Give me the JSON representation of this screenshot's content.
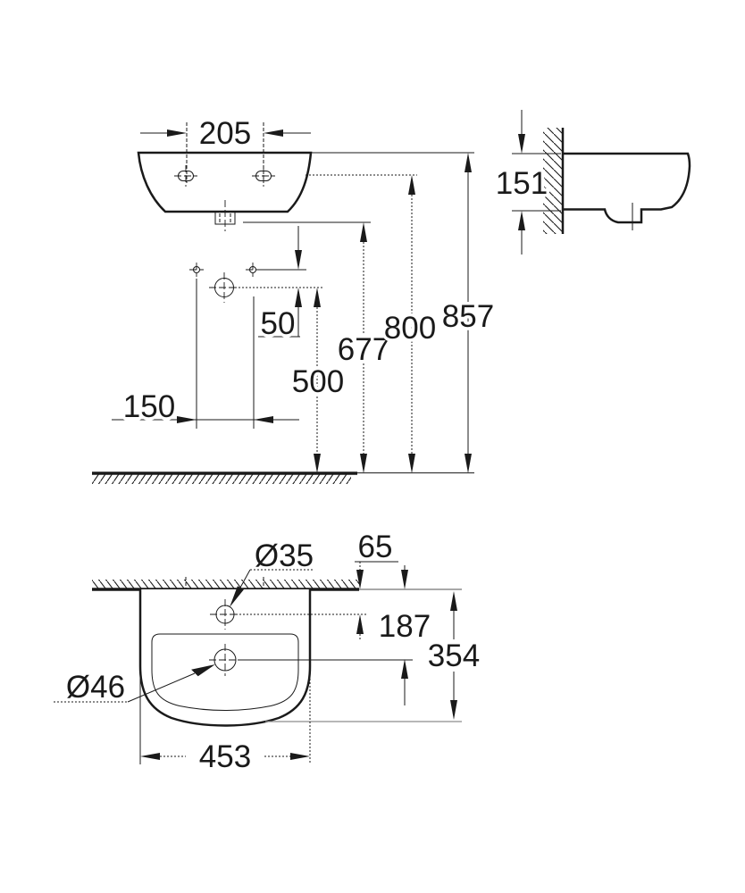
{
  "dimensions": {
    "front_view": {
      "tap_hole_spacing": "205",
      "basin_side_height": "151",
      "hole_to_outlet_offset": "50",
      "waste_line_height": "677",
      "fixing_holes_height": "800",
      "rim_height": "857",
      "outlet_height": "500",
      "fixing_spacing": "150"
    },
    "top_view": {
      "tap_hole_diameter": "Ø35",
      "tap_hole_wall_offset": "65",
      "drain_wall_offset": "187",
      "basin_depth": "354",
      "drain_diameter": "Ø46",
      "basin_width": "453"
    }
  },
  "colors": {
    "line": "#1a1a1a",
    "secondary_line": "#8c8c8c",
    "background": "#ffffff"
  }
}
